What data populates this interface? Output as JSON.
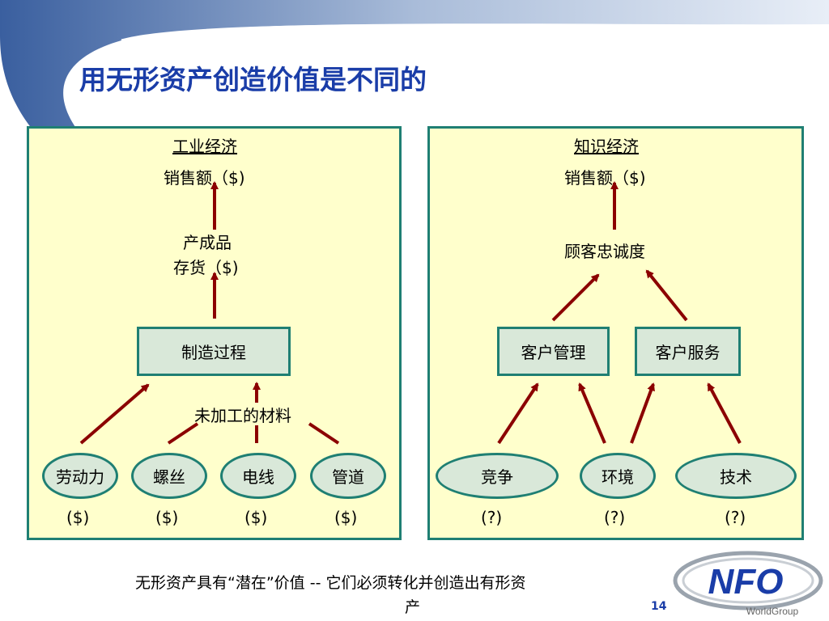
{
  "title": "用无形资产创造价值是不同的",
  "left": {
    "heading": "工业经济",
    "sales": "销售额（$)",
    "inventory_line1": "产成品",
    "inventory_line2": "存货（$)",
    "process": "制造过程",
    "raw_materials": "未加工的材料",
    "inputs": [
      "劳动力",
      "螺丝",
      "电线",
      "管道"
    ],
    "values": [
      "($)",
      "($)",
      "($)",
      "($)"
    ]
  },
  "right": {
    "heading": "知识经济",
    "sales": "销售额（$)",
    "loyalty": "顾客忠诚度",
    "mgmt": "客户管理",
    "service": "客户服务",
    "inputs": [
      "竞争",
      "环境",
      "技术"
    ],
    "values": [
      "(?)",
      "(?)",
      "(?)"
    ]
  },
  "footer": {
    "line1": "无形资产具有“潜在”价值 -- 它们必须转化并创造出有形资",
    "line2": "产"
  },
  "page_number": "14",
  "logo": {
    "text": "NFO",
    "subtitle": "WorldGroup"
  },
  "colors": {
    "title": "#1a3da8",
    "panel_bg": "#ffffcc",
    "border": "#1f7f73",
    "arrow": "#8b0000",
    "box_fill": "#d9e8d9"
  }
}
